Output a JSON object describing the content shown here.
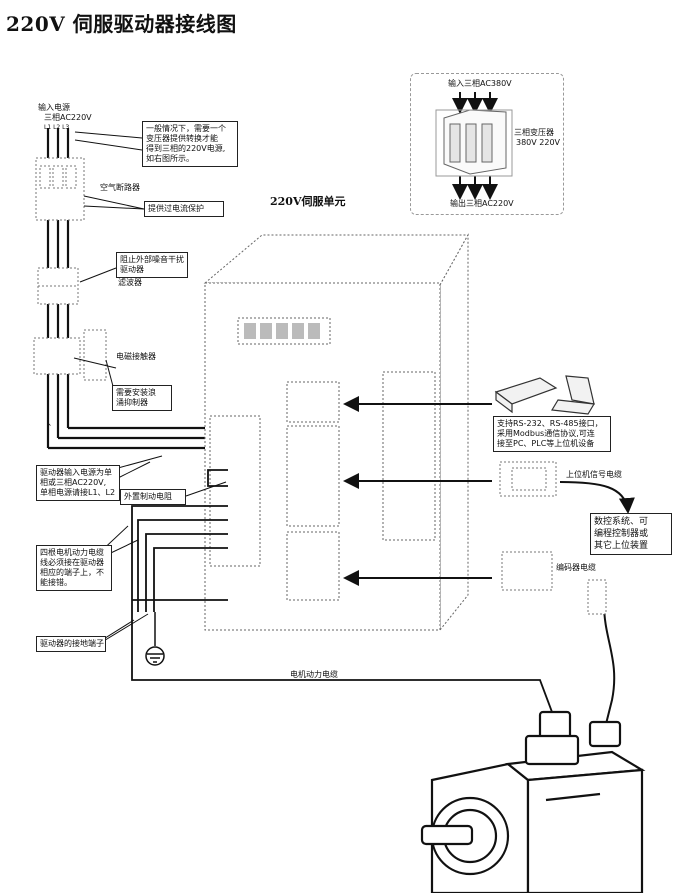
{
  "title": "220V 伺服驱动器接线图",
  "servo_unit_label": "220V伺服单元",
  "input_power": {
    "title": "输入电源",
    "spec": "三相AC220V",
    "terminals": "L1 L2 L3"
  },
  "transformer": {
    "input": "输入三相AC380V",
    "label_line1": "三相变压器",
    "label_line2": "380V 220V",
    "output": "输出三相AC220V"
  },
  "notes": {
    "transformer_note": [
      "一般情况下，需要一个",
      "变压器提供转换才能",
      "得到三相的220V电源,",
      "如右图所示。"
    ],
    "breaker_name": "空气断路器",
    "breaker_note": "提供过电流保护",
    "filter_note": [
      "阻止外部噪音干扰",
      "驱动器"
    ],
    "filter_name": "滤波器",
    "contactor_name": "电磁接触器",
    "suppressor_note": [
      "需要安装浪",
      "涌抑制器"
    ],
    "power_input_note": [
      "驱动器输入电源为单",
      "相或三相AC220V,",
      "单相电源请接L1、L2"
    ],
    "brake_resistor": "外置制动电阻",
    "motor_power_note": [
      "四根电机动力电缆",
      "线必须接在驱动器",
      "相应的端子上，不",
      "能接错。"
    ],
    "ground_terminal": "驱动器的接地端子",
    "comm_note": [
      "支持RS-232、RS-485接口，",
      "采用Modbus通信协议,可连",
      "接至PC、PLC等上位机设备"
    ],
    "host_signal_cable": "上位机信号电缆",
    "controller_note": [
      "数控系统、可",
      "编程控制器或",
      "其它上位装置"
    ],
    "encoder_cable": "编码器电缆",
    "motor_power_cable": "电机动力电缆",
    "stray_mark": "、"
  }
}
